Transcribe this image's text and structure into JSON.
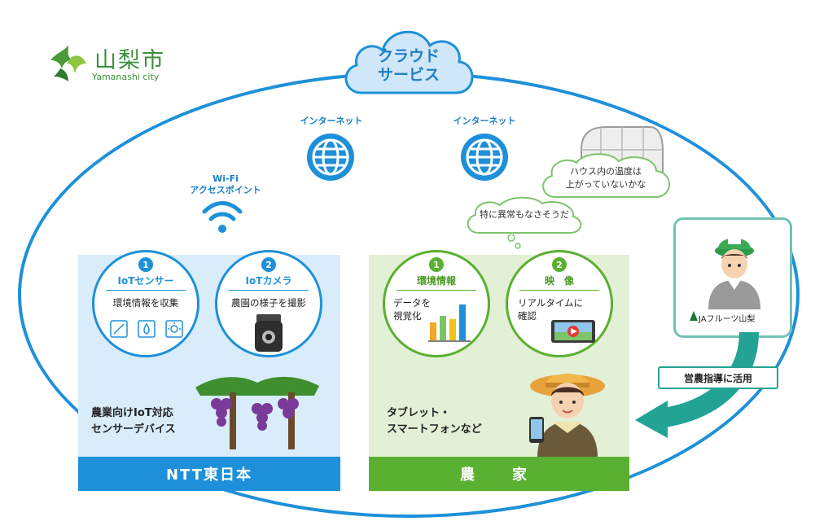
{
  "logo": {
    "name": "山梨市",
    "sub": "Yamanashi city"
  },
  "cloud": {
    "line1": "クラウド",
    "line2": "サービス"
  },
  "internet": [
    {
      "label": "インターネット"
    },
    {
      "label": "インターネット"
    }
  ],
  "wifi": {
    "line1": "Wi-Fi",
    "line2": "アクセスポイント"
  },
  "thoughts": {
    "greenhouse_line1": "ハウス内の温度は",
    "greenhouse_line2": "上がっていないかな",
    "ok": "特に異常もなさそうだ"
  },
  "ntt": {
    "items": [
      {
        "num": "1",
        "title": "IoTセンサー",
        "text": "環境情報を収集"
      },
      {
        "num": "2",
        "title": "IoTカメラ",
        "text": "農園の様子を撮影"
      }
    ],
    "desc_line1": "農業向けIoT対応",
    "desc_line2": "センサーデバイス",
    "footer": "NTT東日本"
  },
  "farm": {
    "items": [
      {
        "num": "1",
        "title": "環境情報",
        "text_line1": "データを",
        "text_line2": "視覚化"
      },
      {
        "num": "2",
        "title": "映　像",
        "text_line1": "リアルタイムに",
        "text_line2": "確認"
      }
    ],
    "desc_line1": "タブレット・",
    "desc_line2": "スマートフォンなど",
    "footer": "農　家"
  },
  "ja": {
    "name": "JAフルーツ山梨",
    "guide": "営農指導に活用"
  },
  "colors": {
    "ntt_blue": "#1e90d9",
    "farm_green": "#5ab030",
    "ja_teal": "#22a394",
    "cloud": "#cfe7f8"
  }
}
